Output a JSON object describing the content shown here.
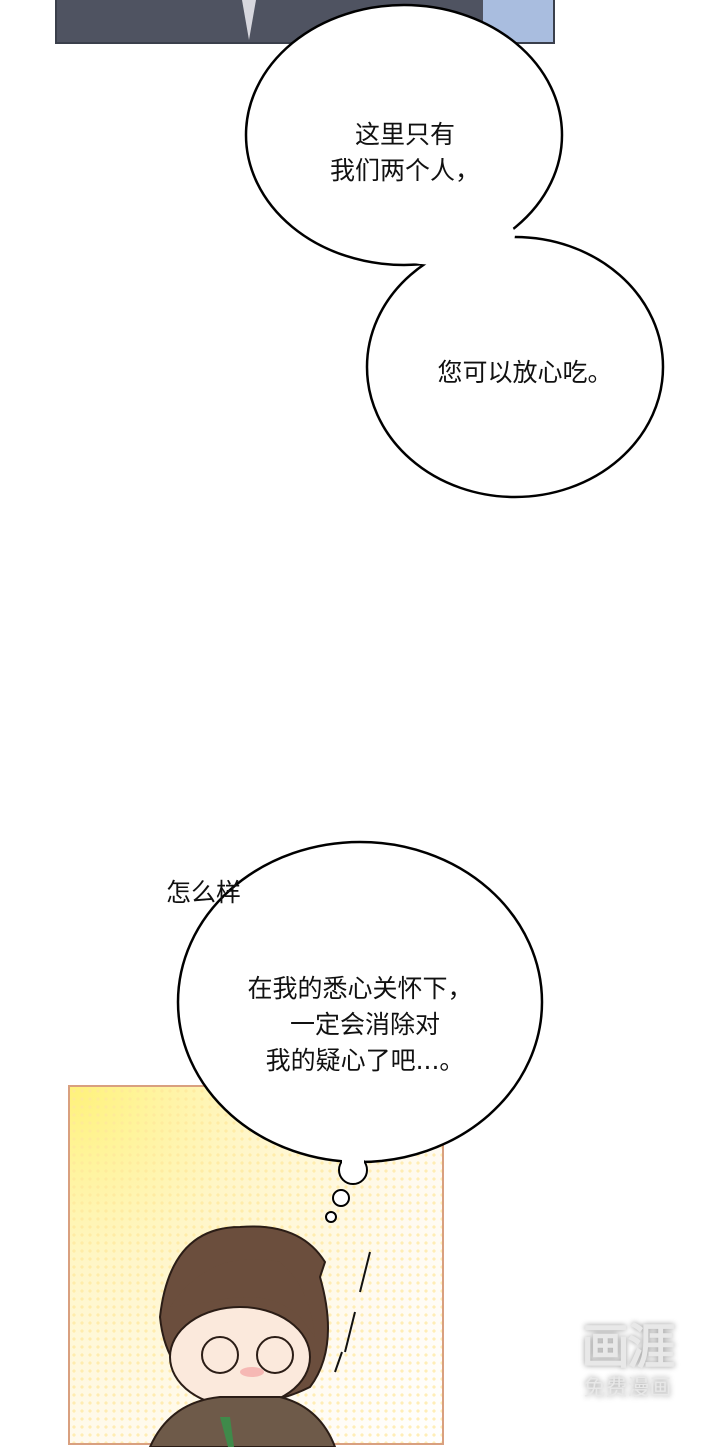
{
  "comic": {
    "bubble_1": {
      "lines": [
        "这里只有",
        "我们两个人，"
      ]
    },
    "bubble_2": {
      "text": "您可以放心吃。"
    },
    "caption": "怎么样",
    "thought_bubble": {
      "lines": [
        "在我的悉心关怀下，",
        "一定会消除对",
        "我的疑心了吧...。"
      ]
    }
  },
  "watermark": {
    "logo": "画涯",
    "tagline": "免费漫画"
  },
  "colors": {
    "top_panel": "#4f5361",
    "top_panel_sky": "#a9bddf",
    "bottom_panel_border": "#d9a07f",
    "bottom_panel_bg": "#fff6c8"
  }
}
